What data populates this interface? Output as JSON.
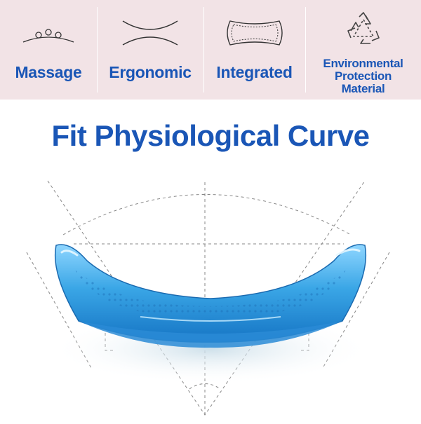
{
  "features": [
    {
      "label": "Massage",
      "icon": "massage-bumps-icon"
    },
    {
      "label": "Ergonomic",
      "icon": "ergonomic-curve-icon"
    },
    {
      "label": "Integrated",
      "icon": "integrated-pad-icon"
    },
    {
      "label": "Environmental Protection Material",
      "icon": "recycle-icon"
    }
  ],
  "headline": "Fit Physiological Curve",
  "colors": {
    "accent": "#1a56b6",
    "bar_background": "#f2e3e6",
    "ring_blue": "#3aa6e6"
  }
}
